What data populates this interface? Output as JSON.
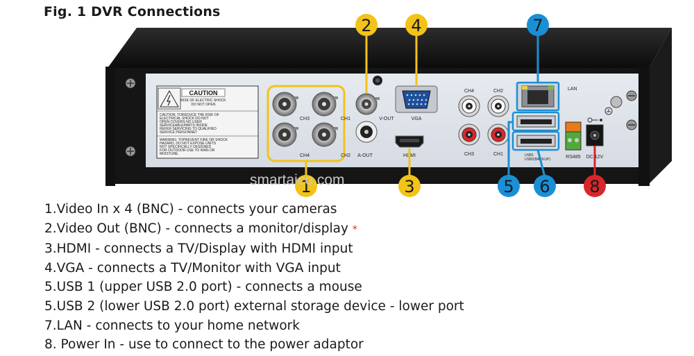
{
  "title": "Fig. 1 DVR Connections",
  "watermark": "smartaico.com",
  "panel_labels": {
    "caution": "CAUTION",
    "caution_sub1": "RISK OF ELECTRIC SHOCK",
    "caution_sub2": "DO NOT OPEN",
    "caution_text": [
      "CAUTION: TOREDUCE THE RISK OF",
      "ELECTRICAL SHOCK DO NOT",
      "OPEN COVERS NO USER",
      "SERVICEABLEPARTS INSIDE",
      "REFER SERVICING TO QUALIFIED",
      "SERVICE PERSONNET"
    ],
    "warning_text": [
      "WARNING: TOPREVENT FIRE OR SHOCK",
      "HAZARD, DO NOT EXPOSE UNITS",
      "NOT SPECIFICALLY DESIGNED",
      "FOR OUTDOOR USE TO RAIN OR",
      "MOISTURE."
    ],
    "ch3": "CH3",
    "ch4": "CH4",
    "ch1": "CH1",
    "ch2": "CH2",
    "v_out": "V-OUT",
    "a_out": "A-OUT",
    "vga": "VGA",
    "hdmi": "HDMI",
    "audio_ch4": "CH4",
    "audio_ch2": "CH2",
    "audio_ch3": "CH3",
    "audio_ch1": "CH1",
    "lan": "LAN",
    "usb1": "USB1",
    "usb2": "USB2(BACKUP)",
    "rs485": "RS485",
    "dc12v": "DC 12V"
  },
  "callouts": [
    {
      "num": "1",
      "color": "#f2c318"
    },
    {
      "num": "2",
      "color": "#f2c318"
    },
    {
      "num": "3",
      "color": "#f2c318"
    },
    {
      "num": "4",
      "color": "#f2c318"
    },
    {
      "num": "5",
      "color": "#1a8fd6"
    },
    {
      "num": "6",
      "color": "#1a8fd6"
    },
    {
      "num": "7",
      "color": "#1a8fd6"
    },
    {
      "num": "8",
      "color": "#d9262b"
    }
  ],
  "legend": [
    {
      "text": "1.Video In x 4 (BNC) - connects your cameras"
    },
    {
      "text": "2.Video Out (BNC) - connects a monitor/display",
      "mark": "*"
    },
    {
      "text": "3.HDMI - connects a TV/Display with HDMI input"
    },
    {
      "text": "4.VGA - connects a TV/Monitor with VGA input"
    },
    {
      "text": "5.USB 1 (upper USB 2.0 port) - connects a mouse"
    },
    {
      "text": "5.USB 2 (lower USB 2.0 port) external storage device - lower port"
    },
    {
      "text": "7.LAN - connects to your home network"
    },
    {
      "text": "8. Power In - use to connect to the power adaptor"
    }
  ]
}
